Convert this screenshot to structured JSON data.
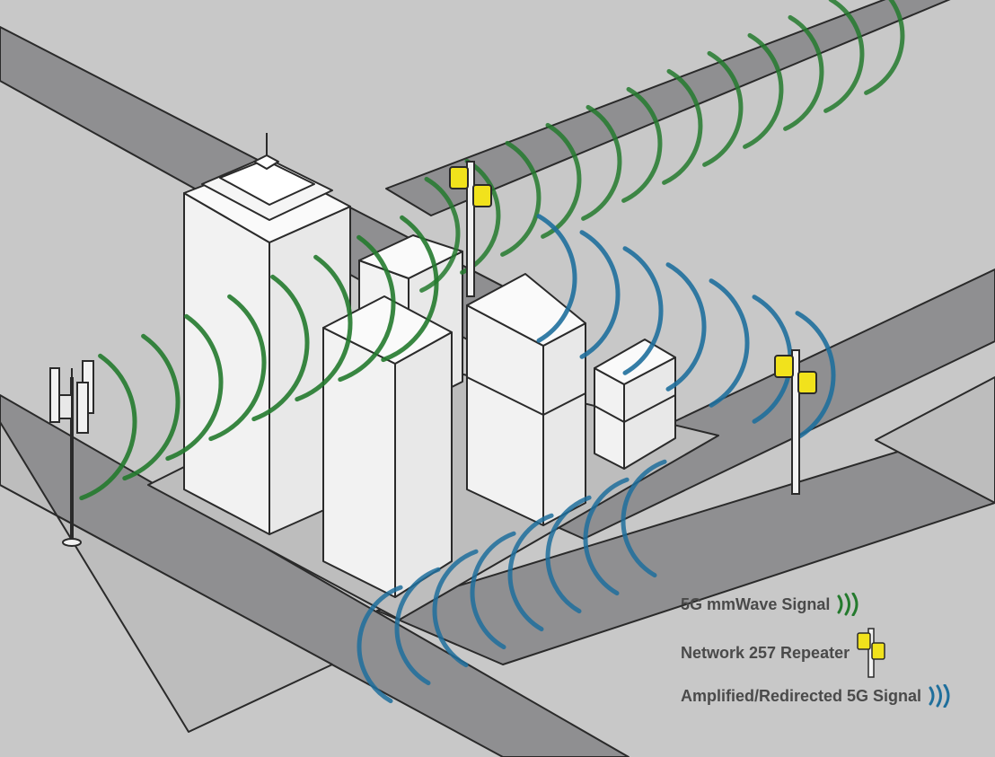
{
  "legend": {
    "mmwave_label": "5G mmWave Signal",
    "repeater_label": "Network 257 Repeater",
    "amplified_label": "Amplified/Redirected 5G Signal"
  },
  "colors": {
    "ground": "#c8c8c8",
    "road": "#8f8f91",
    "sidewalk": "#bdbdbd",
    "building_face": "#f2f2f2",
    "building_top": "#fafafa",
    "outline": "#2a2a2a",
    "mmwave_signal": "#247a2e",
    "amplified_signal": "#1f6f9c",
    "repeater_panel": "#f1e21c",
    "label_text": "#4a4a4a"
  },
  "icons": {
    "cell_tower": "cell-tower-icon",
    "repeater": "repeater-pole-icon",
    "mmwave_signal": "green-signal-waves-icon",
    "amplified_signal": "blue-signal-waves-icon"
  }
}
